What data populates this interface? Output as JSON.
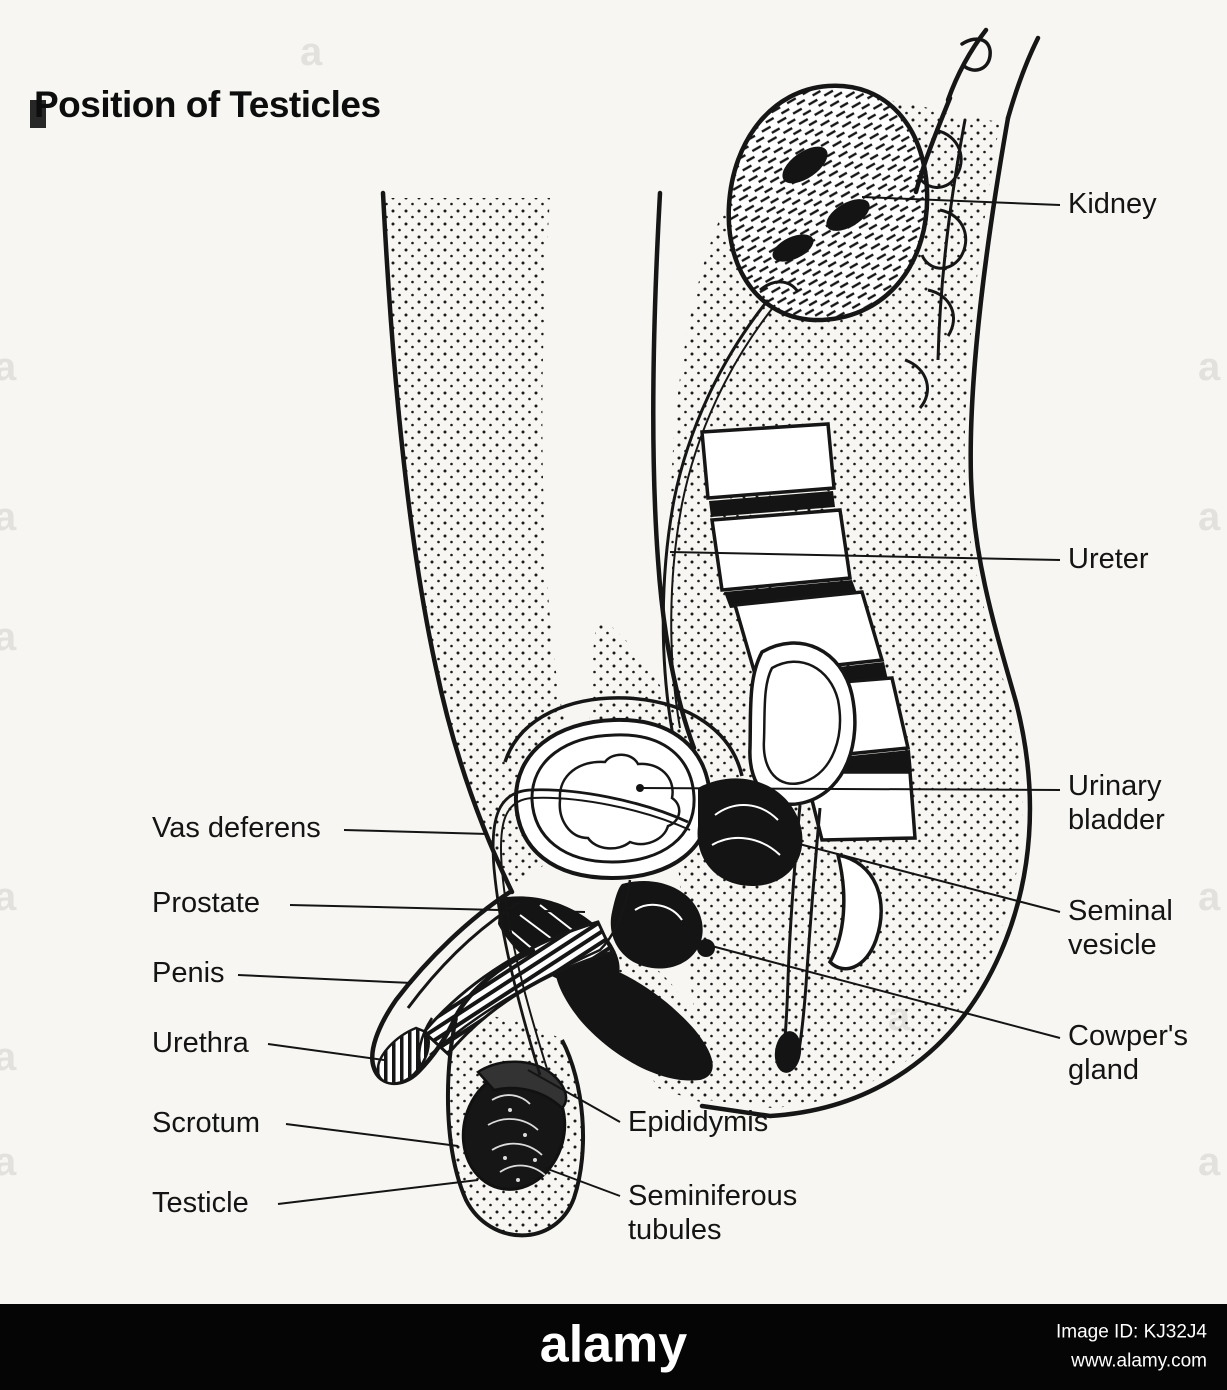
{
  "title": "Position of Testicles",
  "labels": {
    "left": [
      {
        "text": "Vas deferens"
      },
      {
        "text": "Prostate"
      },
      {
        "text": "Penis"
      },
      {
        "text": "Urethra"
      },
      {
        "text": "Scrotum"
      },
      {
        "text": "Testicle"
      }
    ],
    "right": [
      {
        "text": "Kidney"
      },
      {
        "text": "Ureter"
      },
      {
        "text": "Urinary bladder"
      },
      {
        "text": "Seminal vesicle"
      },
      {
        "text": "Cowper's gland"
      }
    ],
    "bottom": [
      {
        "text": "Epididymis"
      },
      {
        "text": "Seminiferous tubules"
      }
    ]
  },
  "watermark": {
    "brand": "alamy",
    "image_id": "Image ID: KJ32J4",
    "url": "www.alamy.com",
    "tile": "a"
  },
  "colors": {
    "ink": "#141414",
    "background": "#f7f6f2",
    "footer_bar": "#050505"
  }
}
